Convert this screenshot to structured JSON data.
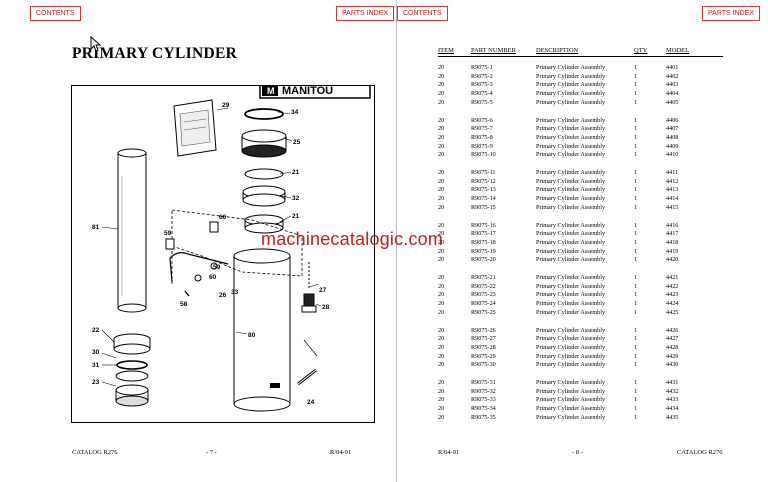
{
  "nav": {
    "contents_label": "CONTENTS",
    "parts_index_label": "PARTS INDEX"
  },
  "left_page": {
    "title": "PRIMARY CYLINDER",
    "brand_logo_text": "MANITOU",
    "callouts": {
      "c29": "29",
      "c34": "34",
      "c25": "25",
      "c21a": "21",
      "c32": "32",
      "c21b": "21",
      "c81": "81",
      "c59a": "59",
      "c60a": "60",
      "c59b": "59",
      "c60b": "60",
      "c58": "58",
      "c26": "26",
      "c33": "33",
      "c27": "27",
      "c28": "28",
      "c22": "22",
      "c30": "30",
      "c31": "31",
      "c23": "23",
      "c80": "80",
      "c24": "24"
    },
    "footer": {
      "catalog": "CATALOG R276",
      "page": "- 7 -",
      "date": "R/04-91"
    }
  },
  "right_page": {
    "columns": {
      "item": "ITEM",
      "part": "PART NUMBER",
      "desc": "DESCRIPTION",
      "qty": "QTY",
      "model": "MODEL"
    },
    "groups": [
      [
        {
          "item": "20",
          "part": "R9075-1",
          "desc": "Primary Cylinder Assembly",
          "qty": "1",
          "model": "4401"
        },
        {
          "item": "20",
          "part": "R9075-2",
          "desc": "Primary Cylinder Assembly",
          "qty": "1",
          "model": "4402"
        },
        {
          "item": "20",
          "part": "R9075-3",
          "desc": "Primary Cylinder Assembly",
          "qty": "1",
          "model": "4403"
        },
        {
          "item": "20",
          "part": "R9075-4",
          "desc": "Primary Cylinder Assembly",
          "qty": "1",
          "model": "4404"
        },
        {
          "item": "20",
          "part": "R9075-5",
          "desc": "Primary Cylinder Assembly",
          "qty": "1",
          "model": "4405"
        }
      ],
      [
        {
          "item": "20",
          "part": "R9075-6",
          "desc": "Primary Cylinder Assembly",
          "qty": "1",
          "model": "4406"
        },
        {
          "item": "20",
          "part": "R9075-7",
          "desc": "Primary Cylinder Assembly",
          "qty": "1",
          "model": "4407"
        },
        {
          "item": "20",
          "part": "R9075-8",
          "desc": "Primary Cylinder Assembly",
          "qty": "1",
          "model": "4408"
        },
        {
          "item": "20",
          "part": "R9075-9",
          "desc": "Primary Cylinder Assembly",
          "qty": "1",
          "model": "4409"
        },
        {
          "item": "20",
          "part": "R9075-10",
          "desc": "Primary Cylinder Assembly",
          "qty": "1",
          "model": "4410"
        }
      ],
      [
        {
          "item": "20",
          "part": "R9075-11",
          "desc": "Primary Cylinder Assembly",
          "qty": "1",
          "model": "4411"
        },
        {
          "item": "20",
          "part": "R9075-12",
          "desc": "Primary Cylinder Assembly",
          "qty": "1",
          "model": "4412"
        },
        {
          "item": "20",
          "part": "R9075-13",
          "desc": "Primary Cylinder Assembly",
          "qty": "1",
          "model": "4413"
        },
        {
          "item": "20",
          "part": "R9075-14",
          "desc": "Primary Cylinder Assembly",
          "qty": "1",
          "model": "4414"
        },
        {
          "item": "20",
          "part": "R9075-15",
          "desc": "Primary Cylinder Assembly",
          "qty": "1",
          "model": "4415"
        }
      ],
      [
        {
          "item": "20",
          "part": "R9075-16",
          "desc": "Primary Cylinder Assembly",
          "qty": "1",
          "model": "4416"
        },
        {
          "item": "20",
          "part": "R9075-17",
          "desc": "Primary Cylinder Assembly",
          "qty": "1",
          "model": "4417"
        },
        {
          "item": "20",
          "part": "R9075-18",
          "desc": "Primary Cylinder Assembly",
          "qty": "1",
          "model": "4418"
        },
        {
          "item": "20",
          "part": "R9075-19",
          "desc": "Primary Cylinder Assembly",
          "qty": "1",
          "model": "4419"
        },
        {
          "item": "20",
          "part": "R9075-20",
          "desc": "Primary Cylinder Assembly",
          "qty": "1",
          "model": "4420"
        }
      ],
      [
        {
          "item": "20",
          "part": "R9075-21",
          "desc": "Primary Cylinder Assembly",
          "qty": "1",
          "model": "4421"
        },
        {
          "item": "20",
          "part": "R9075-22",
          "desc": "Primary Cylinder Assembly",
          "qty": "1",
          "model": "4422"
        },
        {
          "item": "20",
          "part": "R9075-23",
          "desc": "Primary Cylinder Assembly",
          "qty": "1",
          "model": "4423"
        },
        {
          "item": "20",
          "part": "R9075-24",
          "desc": "Primary Cylinder Assembly",
          "qty": "1",
          "model": "4424"
        },
        {
          "item": "20",
          "part": "R9075-25",
          "desc": "Primary Cylinder Assembly",
          "qty": "1",
          "model": "4425"
        }
      ],
      [
        {
          "item": "20",
          "part": "R9075-26",
          "desc": "Primary Cylinder Assembly",
          "qty": "1",
          "model": "4426"
        },
        {
          "item": "20",
          "part": "R9075-27",
          "desc": "Primary Cylinder Assembly",
          "qty": "1",
          "model": "4427"
        },
        {
          "item": "20",
          "part": "R9075-28",
          "desc": "Primary Cylinder Assembly",
          "qty": "1",
          "model": "4428"
        },
        {
          "item": "20",
          "part": "R9075-29",
          "desc": "Primary Cylinder Assembly",
          "qty": "1",
          "model": "4429"
        },
        {
          "item": "20",
          "part": "R9075-30",
          "desc": "Primary Cylinder Assembly",
          "qty": "1",
          "model": "4430"
        }
      ],
      [
        {
          "item": "20",
          "part": "R9075-31",
          "desc": "Primary Cylinder Assembly",
          "qty": "1",
          "model": "4431"
        },
        {
          "item": "20",
          "part": "R9075-32",
          "desc": "Primary Cylinder Assembly",
          "qty": "1",
          "model": "4432"
        },
        {
          "item": "20",
          "part": "R9075-33",
          "desc": "Primary Cylinder Assembly",
          "qty": "1",
          "model": "4433"
        },
        {
          "item": "20",
          "part": "R9075-34",
          "desc": "Primary Cylinder Assembly",
          "qty": "1",
          "model": "4434"
        },
        {
          "item": "20",
          "part": "R9075-35",
          "desc": "Primary Cylinder Assembly",
          "qty": "1",
          "model": "4435"
        }
      ]
    ],
    "footer": {
      "date": "R/04-91",
      "page": "- 8 -",
      "catalog": "CATALOG R276"
    }
  },
  "watermark": "machinecatalogic.com",
  "colors": {
    "nav_red": "#dd1111",
    "watermark_red": "#cc1a14"
  }
}
